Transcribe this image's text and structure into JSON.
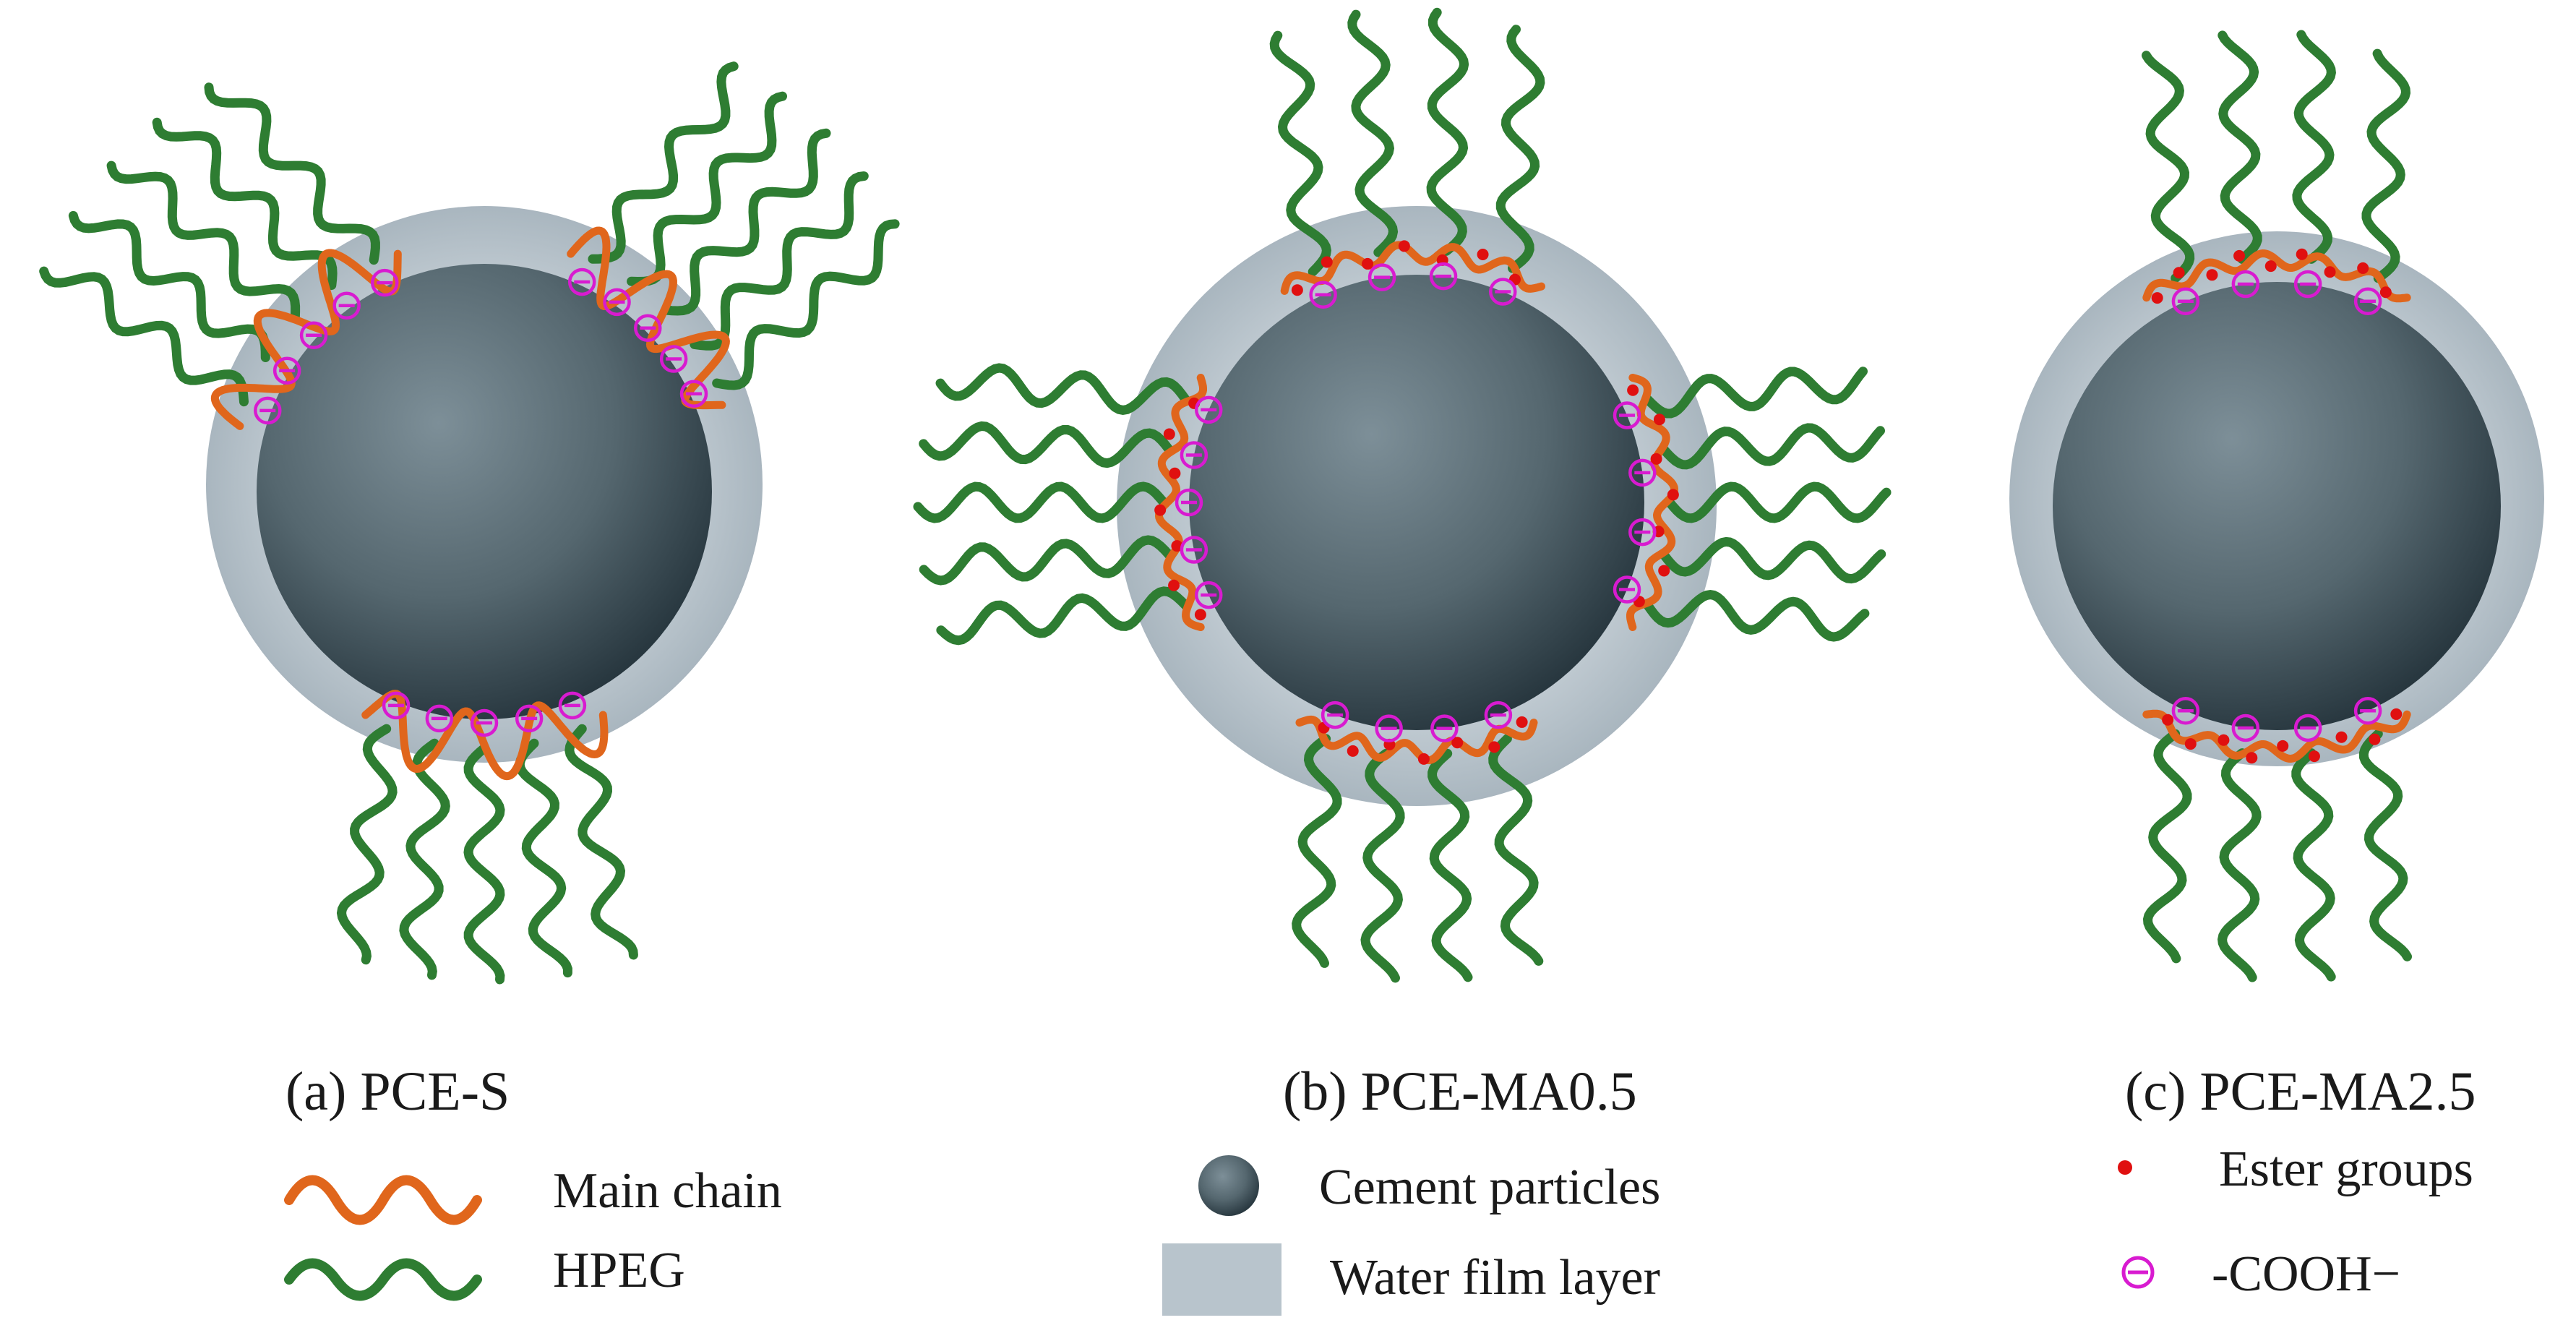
{
  "panels": [
    {
      "key": "a",
      "caption": "(a) PCE-S"
    },
    {
      "key": "b",
      "caption": "(b) PCE-MA0.5"
    },
    {
      "key": "c",
      "caption": "(c) PCE-MA2.5"
    }
  ],
  "legend": {
    "main_chain": "Main chain",
    "hpeg": "HPEG",
    "cement": "Cement particles",
    "water": "Water film layer",
    "ester": "Ester groups",
    "cooh": "-COOH−"
  },
  "colors": {
    "main_chain": "#e0661c",
    "hpeg": "#2e7d32",
    "cooh": "#d81bd0",
    "ester": "#e01010",
    "water_film": "#b8c4cc",
    "cement": "#52656f"
  }
}
